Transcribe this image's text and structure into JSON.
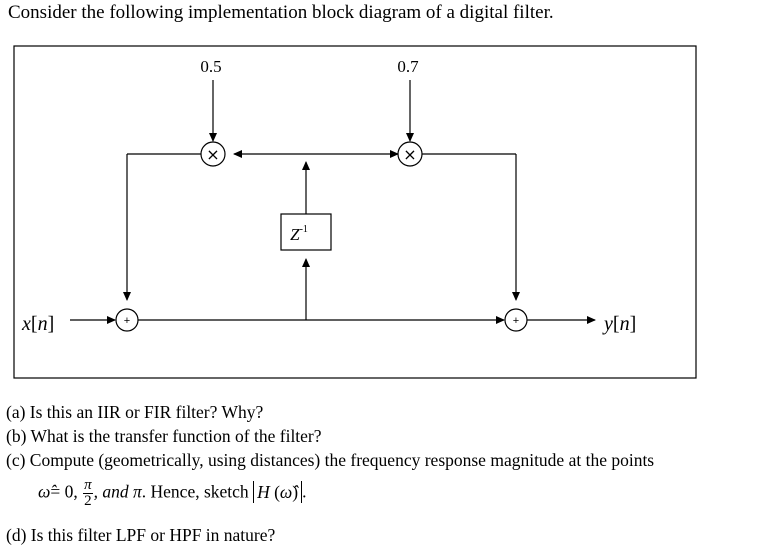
{
  "title": "Consider the following implementation block diagram of a digital filter.",
  "diagram": {
    "coef_left": "0.5",
    "coef_right": "0.7",
    "multiplier_symbol": "×",
    "adder_symbol": "+",
    "delay_base": "Z",
    "delay_exp": "-1",
    "input_seq": "x",
    "output_seq": "y",
    "index": "n"
  },
  "questions": {
    "a": "(a) Is this an IIR or FIR filter? Why?",
    "b": "(b) What is the transfer function of the filter?",
    "c": "(c) Compute (geometrically, using distances) the frequency response magnitude at the points",
    "c_math": {
      "omega": "ω̂",
      "eq": "= 0,",
      "pi": "π",
      "two": "2",
      "and": ", and ",
      "pi_end": "π",
      "hence": ".  Hence, sketch ",
      "H": "H",
      "arg_open": " (",
      "arg": "ω̂",
      "arg_close": ")",
      "end": "."
    },
    "d": "(d) Is this filter LPF or HPF in nature?"
  }
}
